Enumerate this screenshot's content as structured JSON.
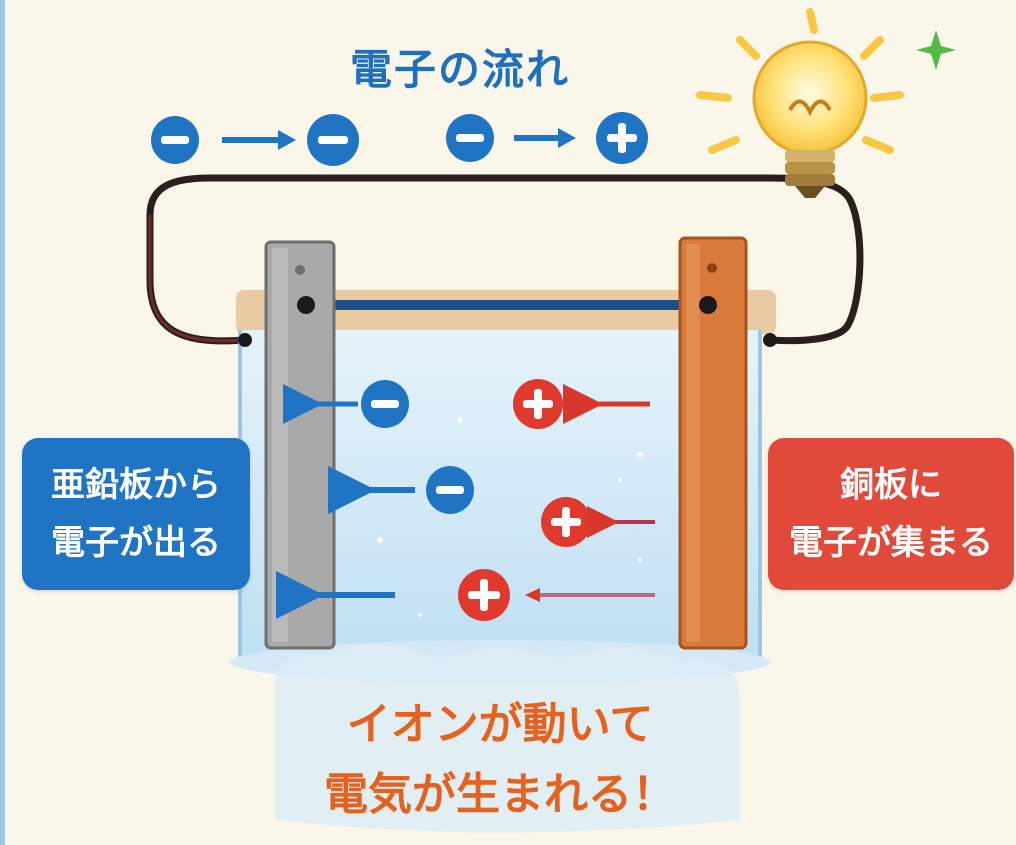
{
  "title": "電子の流れ",
  "left_label": {
    "line1": "亜鉛板から",
    "line2": "電子が出る"
  },
  "right_label": {
    "line1": "銅板に",
    "line2": "電子が集まる"
  },
  "bottom_caption": {
    "line1": "イオンが動いて",
    "line2": "電気が生まれる！"
  },
  "colors": {
    "electron_blue": "#1f74c4",
    "ion_red": "#e03a2f",
    "zinc_gray": "#a9a9a9",
    "copper_orange": "#d9793a",
    "caption_orange": "#e4611e",
    "title_blue": "#1e6fc0"
  },
  "icons": [
    "light-bulb-icon",
    "sparkle-icon",
    "electron-icon",
    "cation-icon"
  ]
}
